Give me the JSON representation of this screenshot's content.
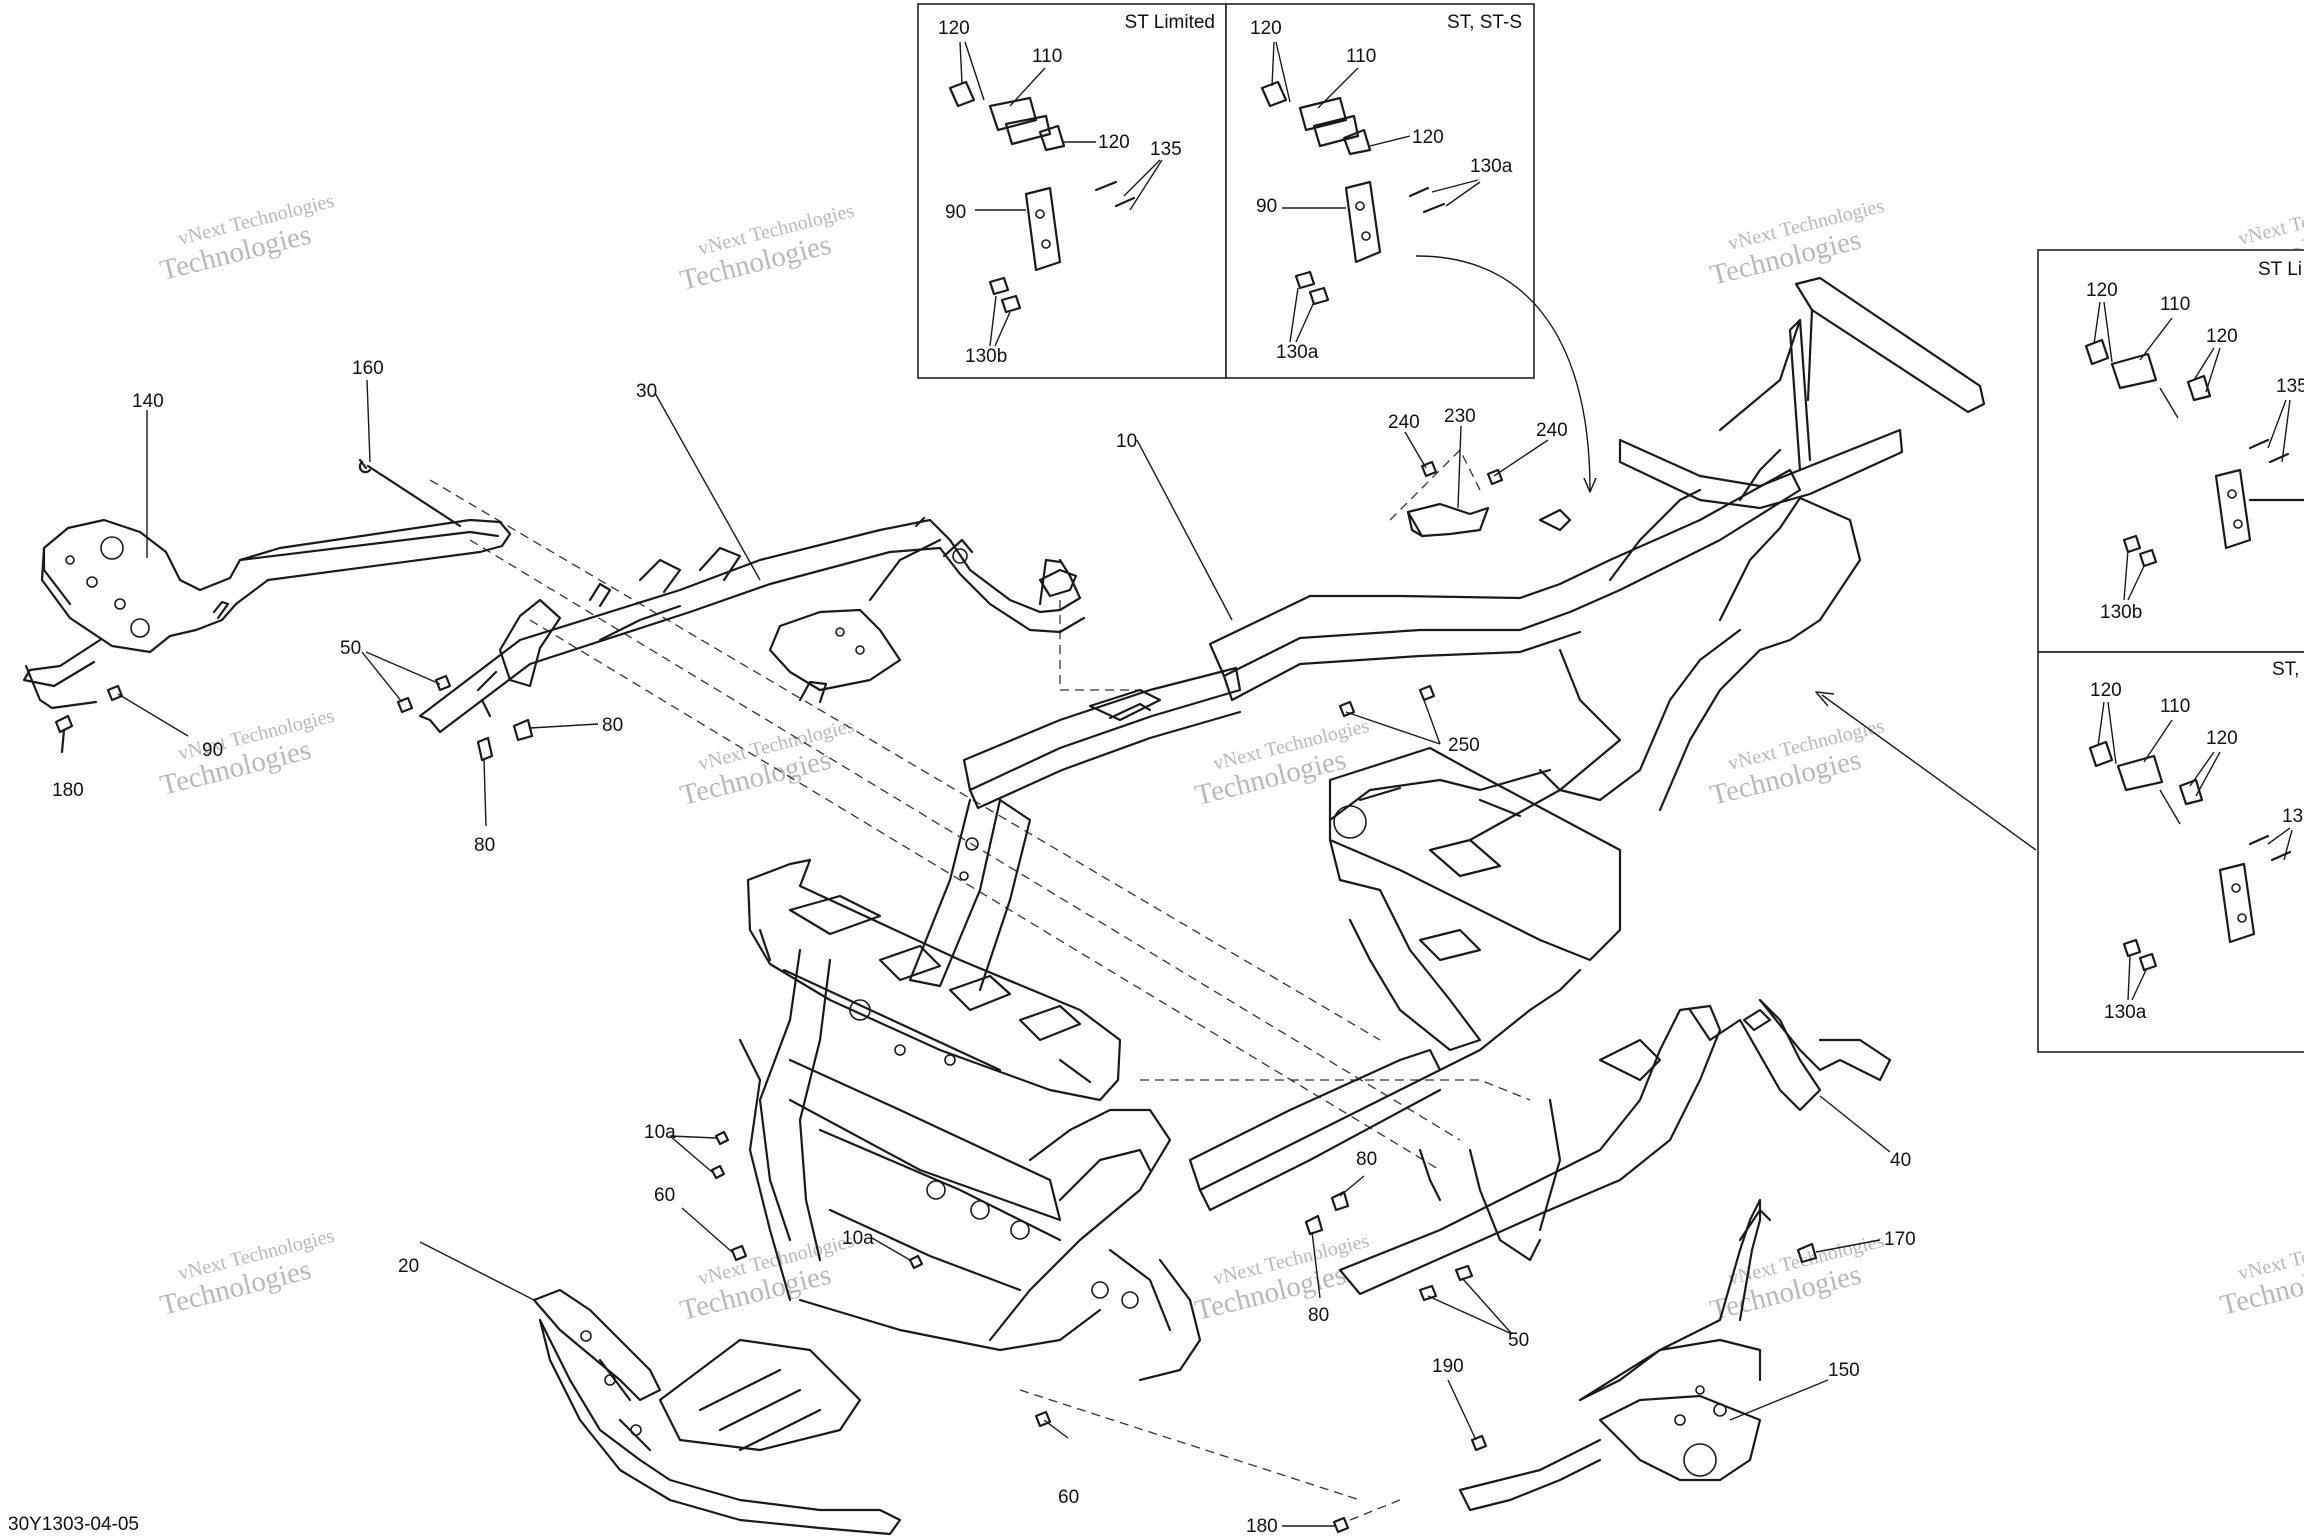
{
  "reference": "30Y1303-04-05",
  "watermark": {
    "line1": "vNext Technologies",
    "line2": "Technologies"
  },
  "insets": [
    {
      "title": "ST Limited",
      "labels": [
        "120",
        "110",
        "120",
        "135",
        "90",
        "130b"
      ]
    },
    {
      "title": "ST, ST-S",
      "labels": [
        "120",
        "110",
        "120",
        "130a",
        "90",
        "130a"
      ]
    },
    {
      "title": "ST Li",
      "labels": [
        "120",
        "110",
        "120",
        "135",
        "130b"
      ]
    },
    {
      "title": "ST,",
      "labels": [
        "120",
        "110",
        "120",
        "13",
        "130a"
      ]
    }
  ],
  "callouts": [
    "160",
    "140",
    "30",
    "10",
    "240",
    "230",
    "240",
    "50",
    "80",
    "90",
    "180",
    "80",
    "250",
    "10a",
    "10a",
    "60",
    "20",
    "60",
    "80",
    "80",
    "50",
    "40",
    "170",
    "190",
    "150",
    "180"
  ]
}
